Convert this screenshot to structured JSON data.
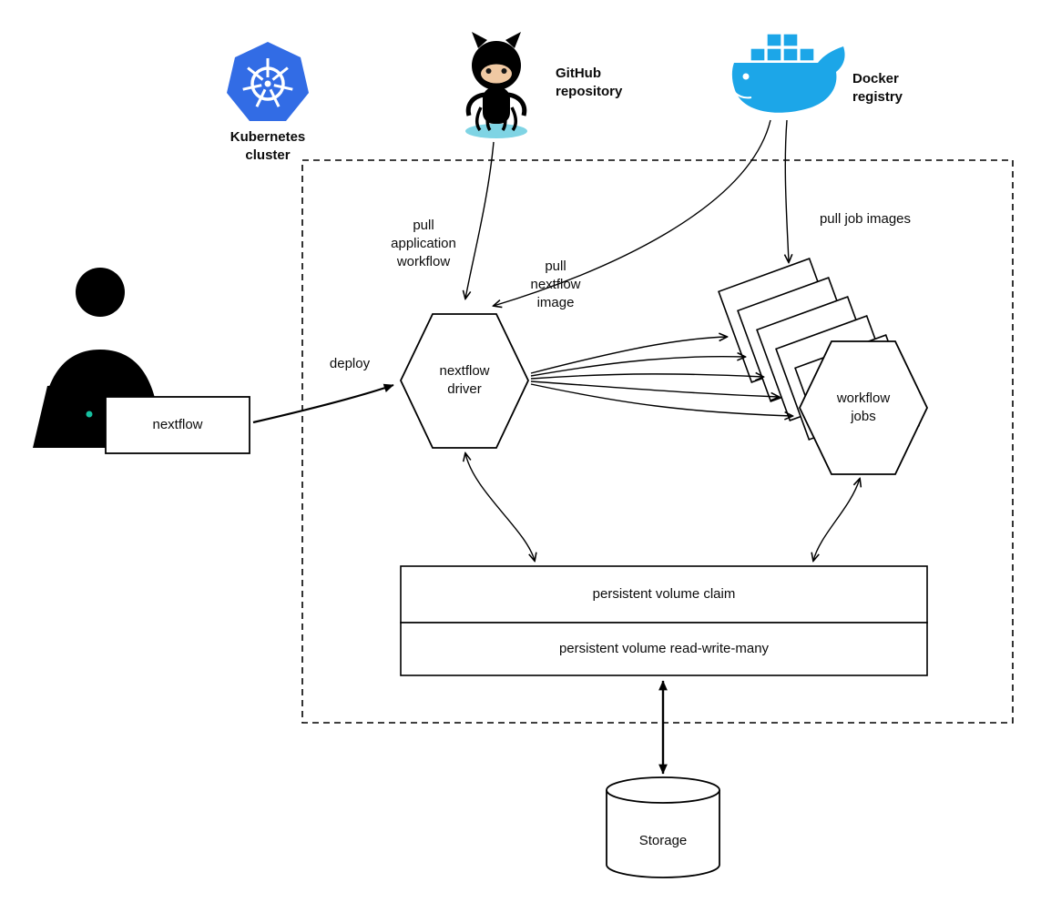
{
  "colors": {
    "kubernetes_blue": "#326ce5",
    "docker_blue": "#1ca6e8",
    "octocat_puddle": "#7fd4e4",
    "octocat_face": "#f0c9a3",
    "line": "#000000"
  },
  "icons": {
    "kubernetes": "kubernetes-helm-wheel-logo",
    "github": "github-octocat-logo",
    "docker": "docker-whale-logo",
    "user": "person-at-laptop"
  },
  "labels": {
    "kubernetes": "Kubernetes\ncluster",
    "github": "GitHub\nrepository",
    "docker": "Docker\nregistry",
    "pull_application_workflow": "pull\napplication\nworkflow",
    "pull_nextflow_image": "pull\nnextflow\nimage",
    "pull_job_images": "pull job images",
    "deploy": "deploy",
    "nextflow_box": "nextflow",
    "driver": "nextflow\ndriver",
    "workflow_jobs": "workflow\njobs",
    "pvc": "persistent volume claim",
    "pv": "persistent volume read-write-many",
    "storage": "Storage"
  }
}
